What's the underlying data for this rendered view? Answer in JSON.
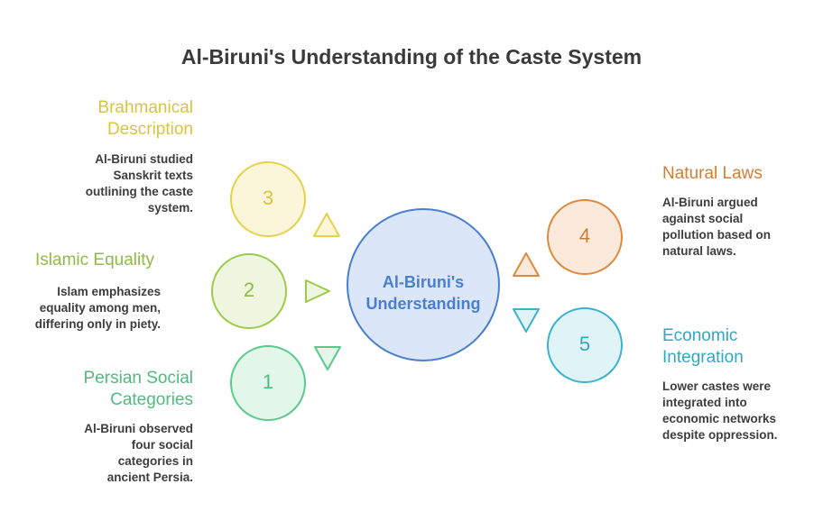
{
  "title": "Al-Biruni's Understanding of the Caste System",
  "center": {
    "line1": "Al-Biruni's",
    "line2": "Understanding"
  },
  "nodes": [
    {
      "number": "3",
      "heading_line1": "Brahmanical",
      "heading_line2": "Description",
      "desc": [
        "Al-Biruni studied",
        "Sanskrit texts",
        "outlining the caste",
        "system."
      ],
      "color": "#e5d24a"
    },
    {
      "number": "2",
      "heading_line1": "Islamic Equality",
      "desc": [
        "Islam emphasizes",
        "equality among men,",
        "differing only in piety."
      ],
      "color": "#9ccb4a"
    },
    {
      "number": "1",
      "heading_line1": "Persian Social",
      "heading_line2": "Categories",
      "desc": [
        "Al-Biruni observed",
        "four social",
        "categories in",
        "ancient Persia."
      ],
      "color": "#5cc98c"
    },
    {
      "number": "4",
      "heading_line1": "Natural Laws",
      "desc": [
        "Al-Biruni argued",
        "against social",
        "pollution based on",
        "natural laws."
      ],
      "color": "#de8a3c"
    },
    {
      "number": "5",
      "heading_line1": "Economic",
      "heading_line2": "Integration",
      "desc": [
        "Lower castes were",
        "integrated into",
        "economic networks",
        "despite oppression."
      ],
      "color": "#3bb3cf"
    }
  ]
}
